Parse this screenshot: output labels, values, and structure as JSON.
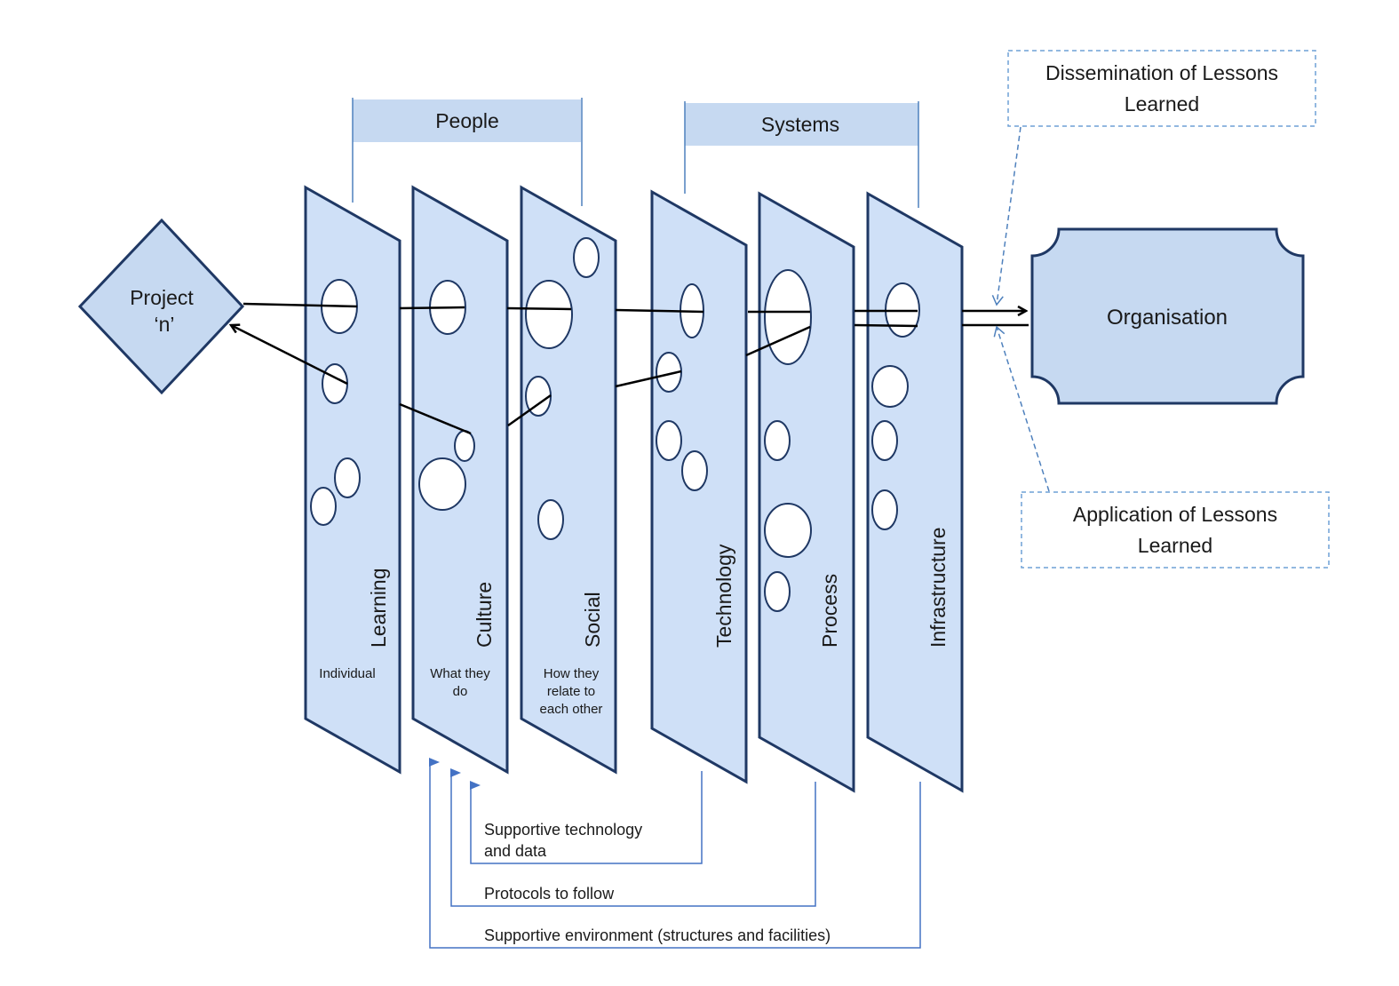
{
  "project": {
    "line1": "Project",
    "line2": "‘n’"
  },
  "groups": {
    "people": "People",
    "systems": "Systems"
  },
  "panels": [
    {
      "label": "Learning",
      "sub1": "Individual",
      "sub2": "",
      "sub3": ""
    },
    {
      "label": "Culture",
      "sub1": "What they",
      "sub2": "do",
      "sub3": ""
    },
    {
      "label": "Social",
      "sub1": "How they",
      "sub2": "relate to",
      "sub3": "each other"
    },
    {
      "label": "Technology",
      "sub1": "",
      "sub2": "",
      "sub3": ""
    },
    {
      "label": "Process",
      "sub1": "",
      "sub2": "",
      "sub3": ""
    },
    {
      "label": "Infrastructure",
      "sub1": "",
      "sub2": "",
      "sub3": ""
    }
  ],
  "organisation": "Organisation",
  "dissemination": {
    "line1": "Dissemination of Lessons",
    "line2": "Learned"
  },
  "application": {
    "line1": "Application of Lessons",
    "line2": "Learned"
  },
  "support": {
    "technology_line1": "Supportive technology",
    "technology_line2": "and data",
    "protocols": "Protocols to follow",
    "environment": "Supportive environment (structures and facilities)"
  },
  "colors": {
    "panel_fill": "#cfe0f7",
    "panel_stroke": "#1f3864",
    "header_fill": "#c6d9f1",
    "support_arrow": "#4472c4",
    "dashed_border": "#6fa0d6"
  }
}
